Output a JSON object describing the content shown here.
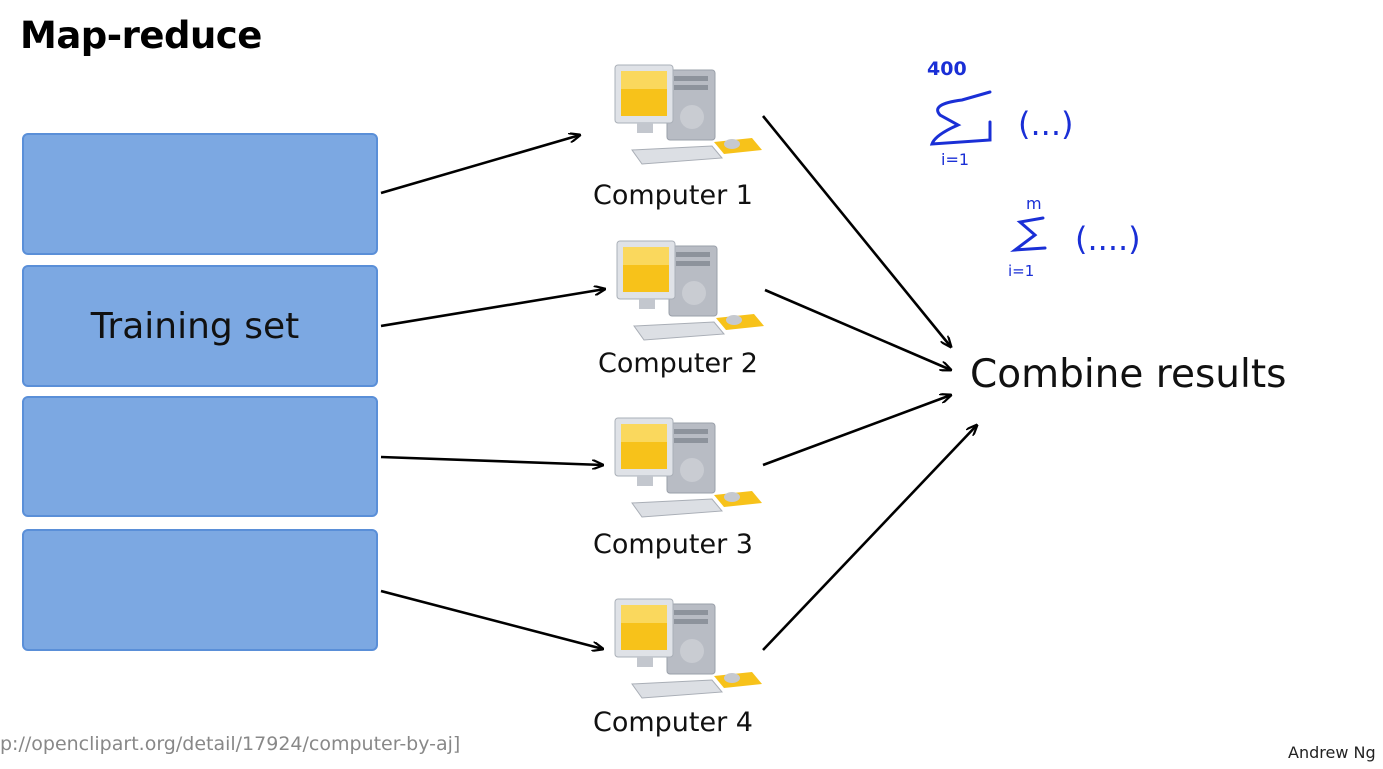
{
  "title": "Map-reduce",
  "blocks": [
    {
      "label": ""
    },
    {
      "label": "Training set"
    },
    {
      "label": ""
    },
    {
      "label": ""
    }
  ],
  "computers": [
    {
      "label": "Computer 1",
      "icon": "computer-icon"
    },
    {
      "label": "Computer 2",
      "icon": "computer-icon"
    },
    {
      "label": "Computer 3",
      "icon": "computer-icon"
    },
    {
      "label": "Computer 4",
      "icon": "computer-icon"
    }
  ],
  "combine_label": "Combine results",
  "annotations": {
    "sum1": {
      "upper": "400",
      "lower": "i=1",
      "body": "(...)"
    },
    "sum2": {
      "upper": "m",
      "lower": "i=1",
      "body": "(....)"
    }
  },
  "credit": "p://openclipart.org/detail/17924/computer-by-aj]",
  "author": "Andrew Ng",
  "colors": {
    "block_fill": "#7ca8e2",
    "block_border": "#5a8fd8",
    "screen": "#f7c21a",
    "ink": "#1a2fd6"
  }
}
